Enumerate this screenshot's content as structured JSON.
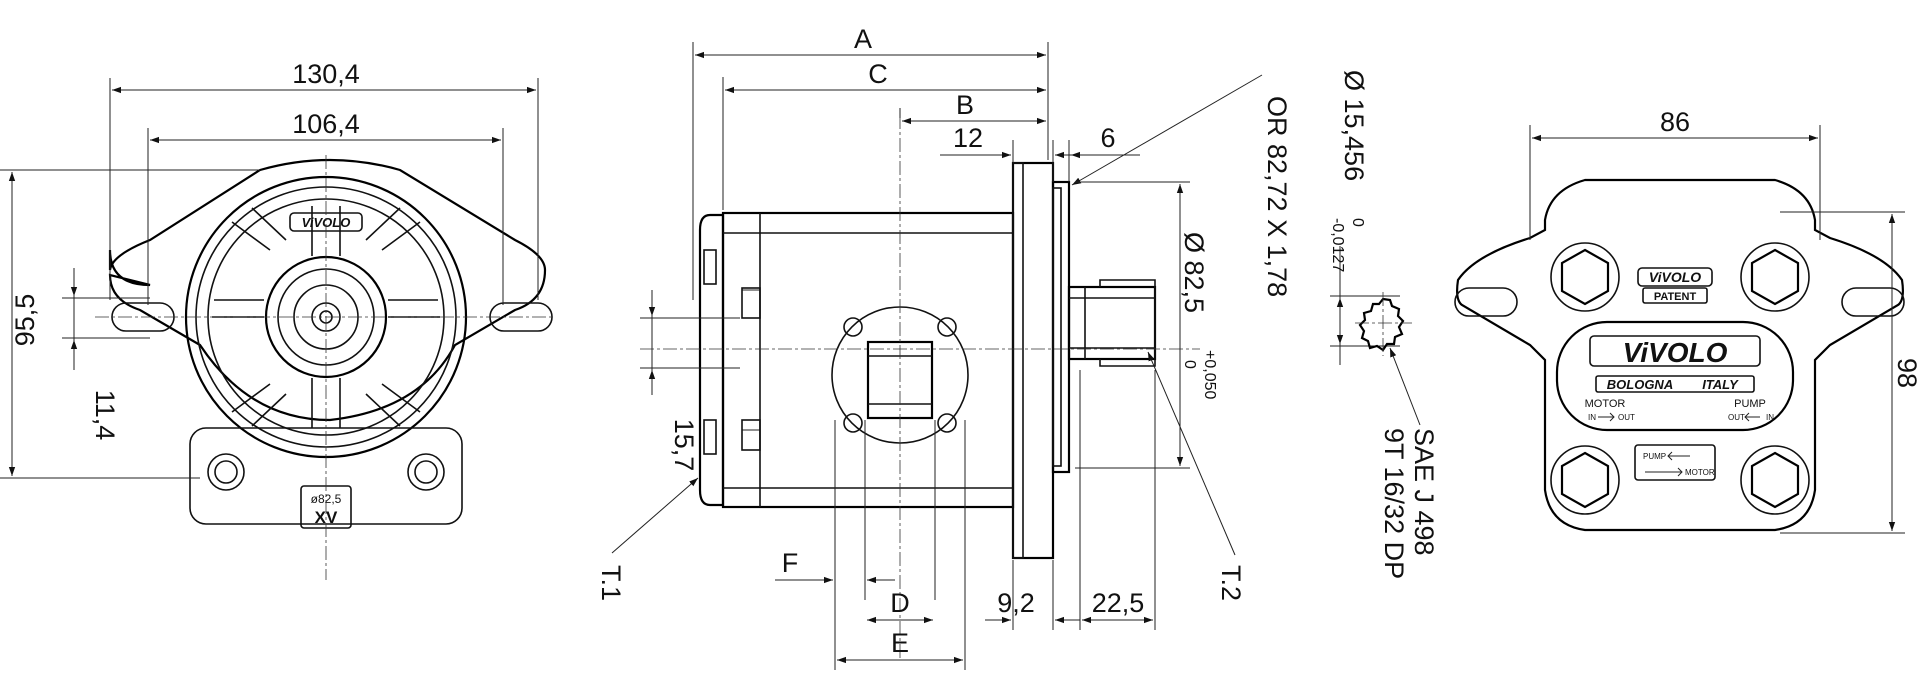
{
  "front_view": {
    "width_overall": "130,4",
    "width_holes": "106,4",
    "height": "95,5",
    "offset": "11,4",
    "badge_diameter": "ø82,5",
    "badge_code": "XV",
    "logo": "ViVOLO"
  },
  "side_view": {
    "dim_a": "A",
    "dim_b": "B",
    "dim_c": "C",
    "dim_d": "D",
    "dim_e": "E",
    "dim_f": "F",
    "dim_12": "12",
    "dim_6": "6",
    "dim_9_2": "9,2",
    "dim_22_5": "22,5",
    "dim_15_7": "15,7",
    "oring": "OR 82,72 X 1,78",
    "pilot_diameter": "Ø 82,5",
    "pilot_tol_upper": "+0,050",
    "pilot_tol_lower": "0",
    "label_t1": "T.1",
    "label_t2": "T.2"
  },
  "shaft_view": {
    "diameter": "Ø 15,456",
    "tol_upper": "0",
    "tol_lower": "-0,0127",
    "spline_std": "SAE J 498",
    "spline_spec": "9T 16/32 DP"
  },
  "rear_view": {
    "width": "86",
    "height": "98",
    "logo_small": "ViVOLO",
    "patent": "PATENT",
    "logo_big": "ViVOLO",
    "bologna": "BOLOGNA",
    "italy": "ITALY",
    "motor": "MOTOR",
    "pump": "PUMP",
    "in_label": "IN",
    "out_label": "OUT",
    "pump_plate": "PUMP",
    "motor_plate": "MOTOR"
  }
}
